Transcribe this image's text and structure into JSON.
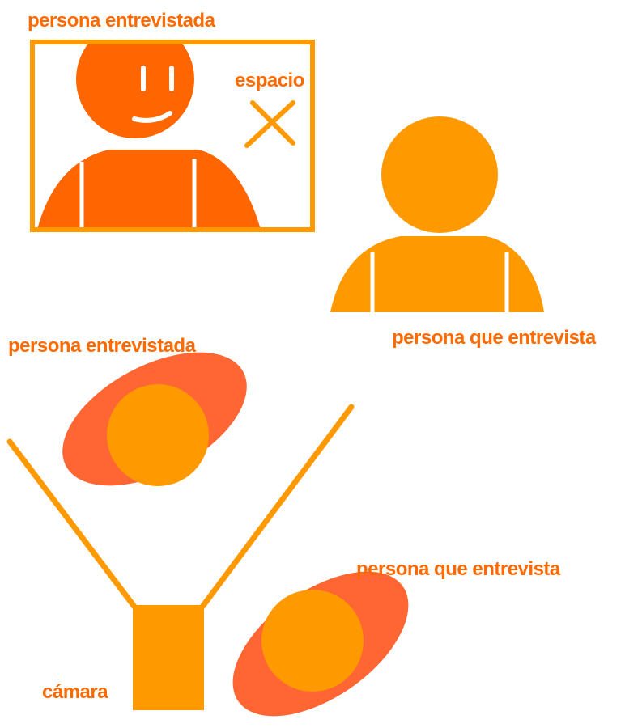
{
  "labels": {
    "interviewee_top": "persona entrevistada",
    "space": "espacio",
    "interviewer_top": "persona que entrevista",
    "interviewee_bottom": "persona entrevistada",
    "interviewer_bottom": "persona que entrevista",
    "camera": "cámara"
  },
  "colors": {
    "label_text": "#ff6a00",
    "interviewee_body": "#ff6600",
    "interviewer_body": "#ff9900",
    "frame": "#ff9900",
    "head_top_view": "#ff9900",
    "shoulders_top_view": "#ff6633",
    "camera": "#ff9900",
    "camera_lines": "#ff9900",
    "face_features": "#ffffff"
  }
}
